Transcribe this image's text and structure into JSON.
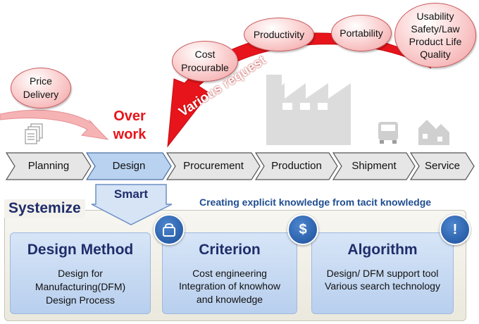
{
  "bubbles": {
    "price_delivery": [
      "Price",
      "Delivery"
    ],
    "cost_procurable": [
      "Cost",
      "Procurable"
    ],
    "productivity": [
      "Productivity"
    ],
    "portability": [
      "Portability"
    ],
    "quality_group": [
      "Usability",
      "Safety/Law",
      "Product Life",
      "Quality"
    ]
  },
  "various_request": "Various request",
  "over_work": [
    "Over",
    "work"
  ],
  "process_steps": [
    "Planning",
    "Design",
    "Procurement",
    "Production",
    "Shipment",
    "Service"
  ],
  "smart": "Smart",
  "systemize": "Systemize",
  "creating": "Creating explicit knowledge from tacit knowledge",
  "methods": [
    {
      "title": "Design Method",
      "lines": [
        "Design for",
        "Manufacturing(DFM)",
        "Design Process"
      ],
      "icon": "shopping-bag-icon"
    },
    {
      "title": "Criterion",
      "lines": [
        "Cost engineering",
        "Integration  of knowhow",
        "and knowledge"
      ],
      "icon": "dollar-icon"
    },
    {
      "title": "Algorithm",
      "lines": [
        "Design/ DFM support tool",
        "Various search technology"
      ],
      "icon": "exclamation-icon"
    }
  ],
  "icon_glyphs": {
    "dollar": "$",
    "exclamation": "!"
  },
  "colors": {
    "red_arrow": "#e8141b",
    "pink_bubble": "#f2a1a3",
    "navy_text": "#1f2d6b",
    "process_gray": "#e6e6e6",
    "design_blue": "#b9d2f0",
    "method_blue": "#c9dbf3",
    "icon_blue": "#2a64b5"
  }
}
